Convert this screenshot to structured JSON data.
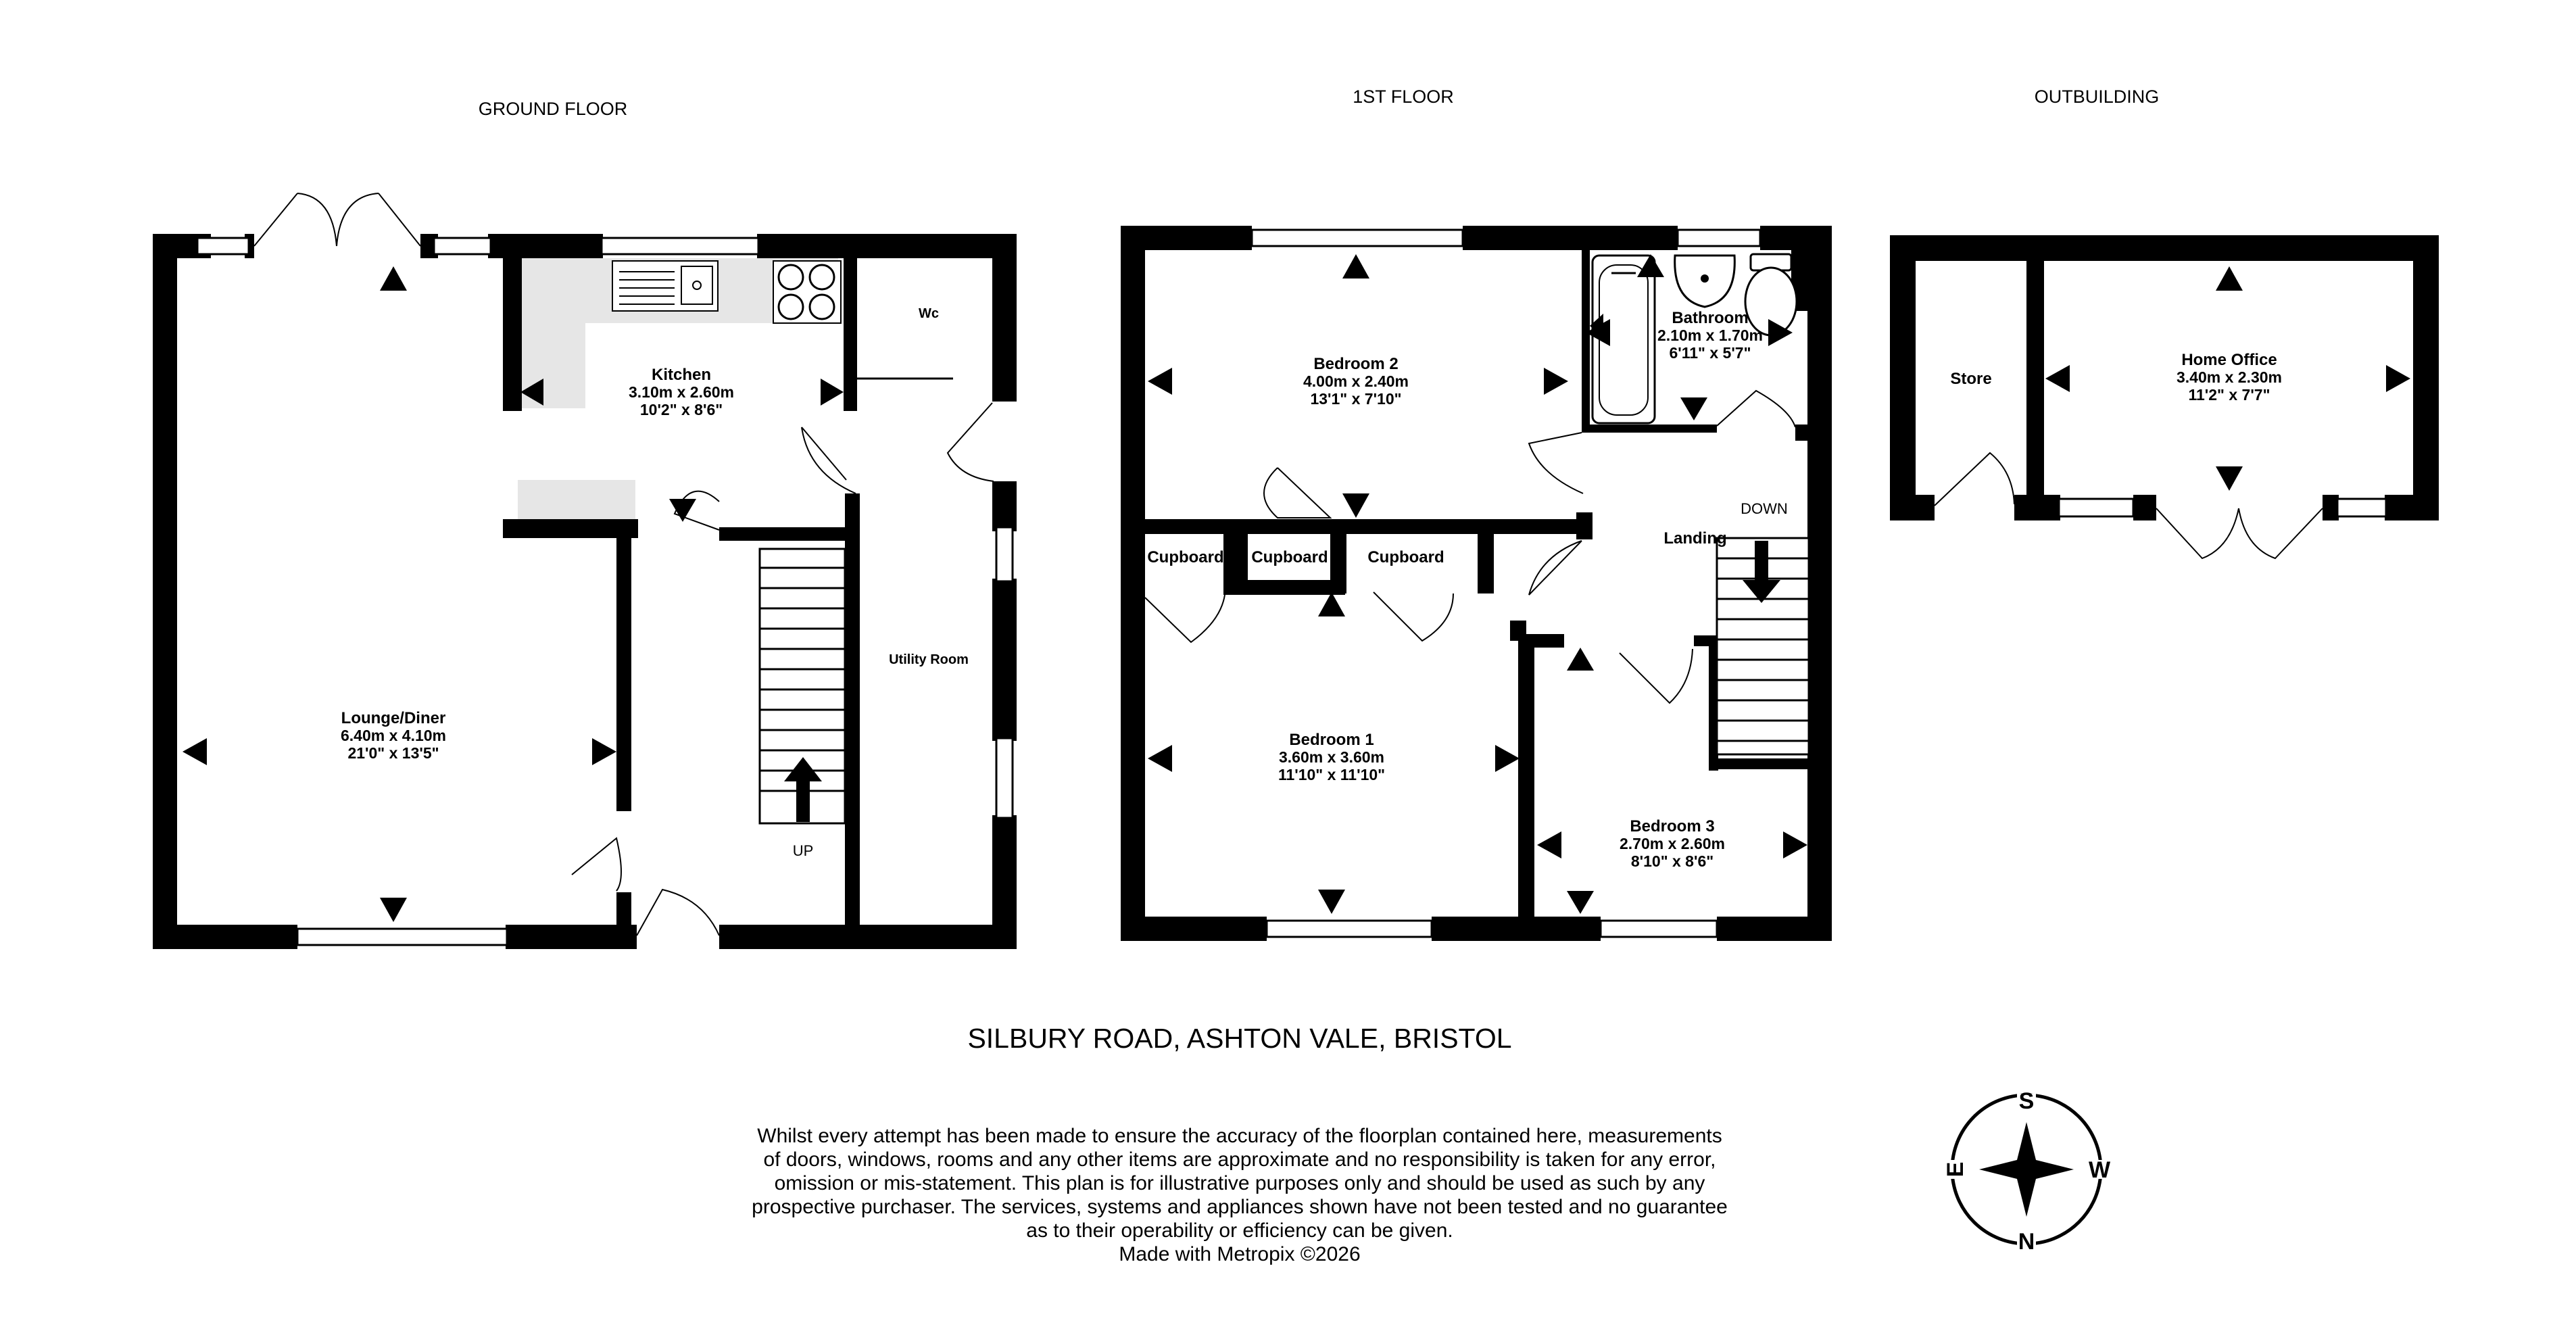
{
  "floors": {
    "ground": {
      "title": "GROUND FLOOR"
    },
    "first": {
      "title": "1ST FLOOR"
    },
    "outbuilding": {
      "title": "OUTBUILDING"
    }
  },
  "rooms": {
    "kitchen": {
      "name": "Kitchen",
      "metric": "3.10m  x 2.60m",
      "imperial": "10'2\"  x 8'6\""
    },
    "wc": {
      "name": "Wc"
    },
    "lounge": {
      "name": "Lounge/Diner",
      "metric": "6.40m  x 4.10m",
      "imperial": "21'0\"  x 13'5\""
    },
    "utility": {
      "name": "Utility Room"
    },
    "bedroom2": {
      "name": "Bedroom 2",
      "metric": "4.00m  x 2.40m",
      "imperial": "13'1\"  x 7'10\""
    },
    "bathroom": {
      "name": "Bathroom",
      "metric": "2.10m  x 1.70m",
      "imperial": "6'11\"  x 5'7\""
    },
    "cupboard1": {
      "name": "Cupboard"
    },
    "cupboard2": {
      "name": "Cupboard"
    },
    "cupboard3": {
      "name": "Cupboard"
    },
    "landing": {
      "name": "Landing"
    },
    "bedroom1": {
      "name": "Bedroom 1",
      "metric": "3.60m  x 3.60m",
      "imperial": "11'10\"  x 11'10\""
    },
    "bedroom3": {
      "name": "Bedroom 3",
      "metric": "2.70m  x 2.60m",
      "imperial": "8'10\"  x 8'6\""
    },
    "store": {
      "name": "Store"
    },
    "office": {
      "name": "Home Office",
      "metric": "3.40m  x 2.30m",
      "imperial": "11'2\"  x 7'7\""
    }
  },
  "stairs": {
    "up_label": "UP",
    "down_label": "DOWN"
  },
  "address": "SILBURY ROAD, ASHTON VALE, BRISTOL",
  "disclaimer": [
    "Whilst every attempt has been made to ensure the accuracy of the floorplan contained here, measurements",
    "of doors, windows, rooms and any other items are approximate and no responsibility is taken for any error,",
    "omission or mis-statement. This plan is for illustrative purposes only and should be used as such by any",
    "prospective purchaser. The services, systems and appliances shown have not been tested and no guarantee",
    "as to their operability or efficiency can be given."
  ],
  "credit": "Made with Metropix ©2026",
  "compass": {
    "top": "S",
    "bottom": "N",
    "left": "E",
    "right": "W"
  },
  "icons": [
    "north-arrow-icon",
    "sink-icon",
    "hob-icon",
    "bath-icon",
    "basin-icon",
    "toilet-icon",
    "stairs-icon",
    "dimension-arrow-icon",
    "door-swing-icon"
  ],
  "colors": {
    "walls": "#000000",
    "worktop": "#e6e6e6",
    "background": "#ffffff"
  }
}
